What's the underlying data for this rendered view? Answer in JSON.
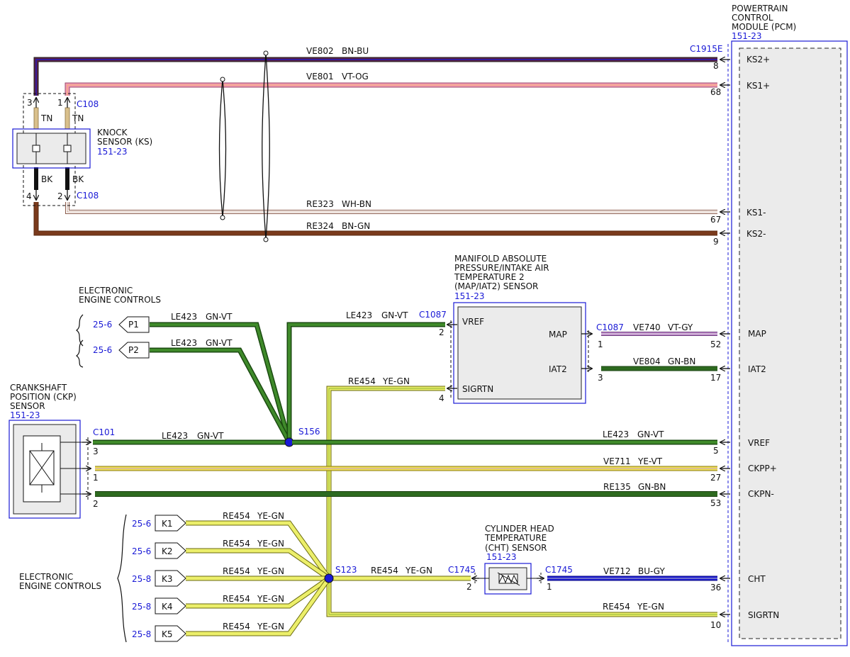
{
  "pcm": {
    "title_lines": [
      "POWERTRAIN",
      "CONTROL",
      "MODULE (PCM)"
    ],
    "ref": "151-23",
    "connector": "C1915E",
    "pins": [
      {
        "label": "KS2+",
        "num": "8"
      },
      {
        "label": "KS1+",
        "num": "68"
      },
      {
        "label": "KS1-",
        "num": "67"
      },
      {
        "label": "KS2-",
        "num": "9"
      },
      {
        "label": "MAP",
        "num": "52"
      },
      {
        "label": "IAT2",
        "num": "17"
      },
      {
        "label": "VREF",
        "num": "5"
      },
      {
        "label": "CKPP+",
        "num": "27"
      },
      {
        "label": "CKPN-",
        "num": "53"
      },
      {
        "label": "CHT",
        "num": "36"
      },
      {
        "label": "SIGRTN",
        "num": "10"
      }
    ]
  },
  "knock_sensor": {
    "title_lines": [
      "KNOCK",
      "SENSOR (KS)"
    ],
    "ref": "151-23",
    "top_connector": "C108",
    "bottom_connector": "C108",
    "top_pins": [
      "3",
      "1"
    ],
    "bottom_pins": [
      "4",
      "2"
    ],
    "top_colors": [
      "TN",
      "TN"
    ],
    "bottom_colors": [
      "BK",
      "BK"
    ]
  },
  "ks_wires": [
    {
      "circuit": "VE802",
      "color": "BN-BU"
    },
    {
      "circuit": "VE801",
      "color": "VT-OG"
    },
    {
      "circuit": "RE323",
      "color": "WH-BN"
    },
    {
      "circuit": "RE324",
      "color": "BN-GN"
    }
  ],
  "map_sensor": {
    "title_lines": [
      "MANIFOLD ABSOLUTE",
      "PRESSURE/INTAKE AIR",
      "TEMPERATURE 2",
      "(MAP/IAT2) SENSOR"
    ],
    "ref": "151-23",
    "left_connector": "C1087",
    "right_connector": "C1087",
    "pins": [
      {
        "label": "VREF",
        "num": "2"
      },
      {
        "label": "SIGRTN",
        "num": "4"
      },
      {
        "label": "MAP",
        "num": "1"
      },
      {
        "label": "IAT2",
        "num": "3"
      }
    ]
  },
  "map_wires": {
    "vref": {
      "circuit": "LE423",
      "color": "GN-VT"
    },
    "sigrtn": {
      "circuit": "RE454",
      "color": "YE-GN"
    },
    "map": {
      "circuit": "VE740",
      "color": "VT-GY"
    },
    "iat2": {
      "circuit": "VE804",
      "color": "GN-BN"
    }
  },
  "eec_top": {
    "title_lines": [
      "ELECTRONIC",
      "ENGINE CONTROLS"
    ],
    "items": [
      {
        "page": "25-6",
        "pin": "P1",
        "circuit": "LE423",
        "color": "GN-VT"
      },
      {
        "page": "25-6",
        "pin": "P2",
        "circuit": "LE423",
        "color": "GN-VT"
      }
    ]
  },
  "ckp_sensor": {
    "title_lines": [
      "CRANKSHAFT",
      "POSITION (CKP)",
      "SENSOR"
    ],
    "ref": "151-23",
    "connector": "C101",
    "pins": [
      "3",
      "1",
      "2"
    ]
  },
  "ckp_wires": [
    {
      "circuit": "LE423",
      "color": "GN-VT"
    },
    {
      "circuit": "LE423",
      "color": "GN-VT"
    },
    {
      "circuit": "VE711",
      "color": "YE-VT"
    },
    {
      "circuit": "RE135",
      "color": "GN-BN"
    }
  ],
  "splices": {
    "s156": "S156",
    "s123": "S123"
  },
  "eec_bottom": {
    "title_lines": [
      "ELECTRONIC",
      "ENGINE CONTROLS"
    ],
    "items": [
      {
        "page": "25-6",
        "pin": "K1",
        "circuit": "RE454",
        "color": "YE-GN"
      },
      {
        "page": "25-6",
        "pin": "K2",
        "circuit": "RE454",
        "color": "YE-GN"
      },
      {
        "page": "25-8",
        "pin": "K3",
        "circuit": "RE454",
        "color": "YE-GN"
      },
      {
        "page": "25-8",
        "pin": "K4",
        "circuit": "RE454",
        "color": "YE-GN"
      },
      {
        "page": "25-8",
        "pin": "K5",
        "circuit": "RE454",
        "color": "YE-GN"
      }
    ]
  },
  "cht_sensor": {
    "title_lines": [
      "CYLINDER HEAD",
      "TEMPERATURE",
      "(CHT) SENSOR"
    ],
    "ref": "151-23",
    "left_connector": "C1745",
    "right_connector": "C1745",
    "left_pin": "2",
    "right_pin": "1"
  },
  "cht_wires": [
    {
      "circuit": "RE454",
      "color": "YE-GN"
    },
    {
      "circuit": "VE712",
      "color": "BU-GY"
    },
    {
      "circuit": "RE454",
      "color": "YE-GN"
    }
  ],
  "colors": {
    "link_blue": "#1a1ad6",
    "bn_bu": "#5a2040",
    "vt_og": "#f29ab4",
    "wh_bn": "#c9a99a",
    "bn_gn": "#7a3a1c",
    "gn": "#2d6a1f",
    "ye": "#f0e050",
    "ye_gn": "#dde65a",
    "bu": "#1a1ad6",
    "tan": "#d9c08c",
    "vt_gy": "#c38bd0"
  }
}
